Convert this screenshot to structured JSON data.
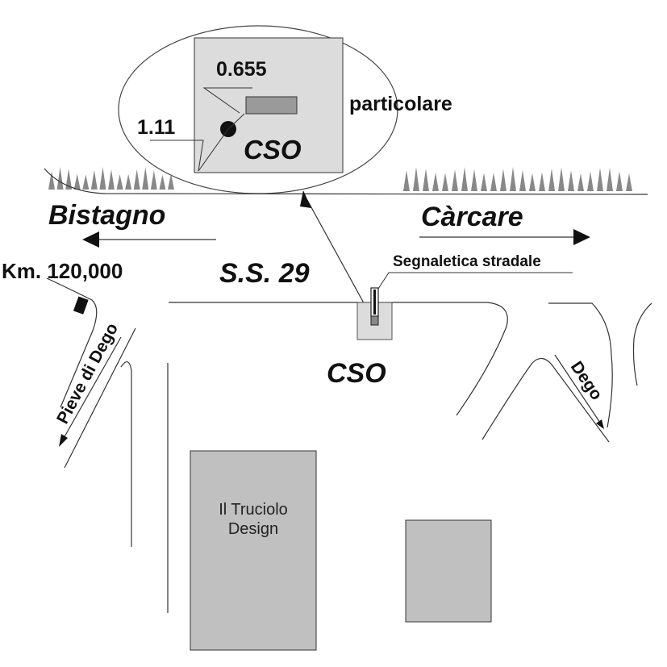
{
  "detail": {
    "label": "particolare",
    "dimension_top": "0.655",
    "dimension_left": "1.11",
    "cso_label": "CSO"
  },
  "directions": {
    "bistagno": "Bistagno",
    "carcare": "Càrcare",
    "pieve_di_dego": "Pieve di Dego",
    "dego": "Dego"
  },
  "road": {
    "name": "S.S. 29",
    "km_marker": "Km. 120,000"
  },
  "signage": {
    "label": "Segnaletica stradale"
  },
  "cso": {
    "label": "CSO"
  },
  "buildings": {
    "il_truciolo": "Il Truciolo Design"
  },
  "colors": {
    "building_fill": "#c0c0c0",
    "detail_fill": "#dcdcdc",
    "line": "#222222",
    "vegetation": "#888888"
  }
}
